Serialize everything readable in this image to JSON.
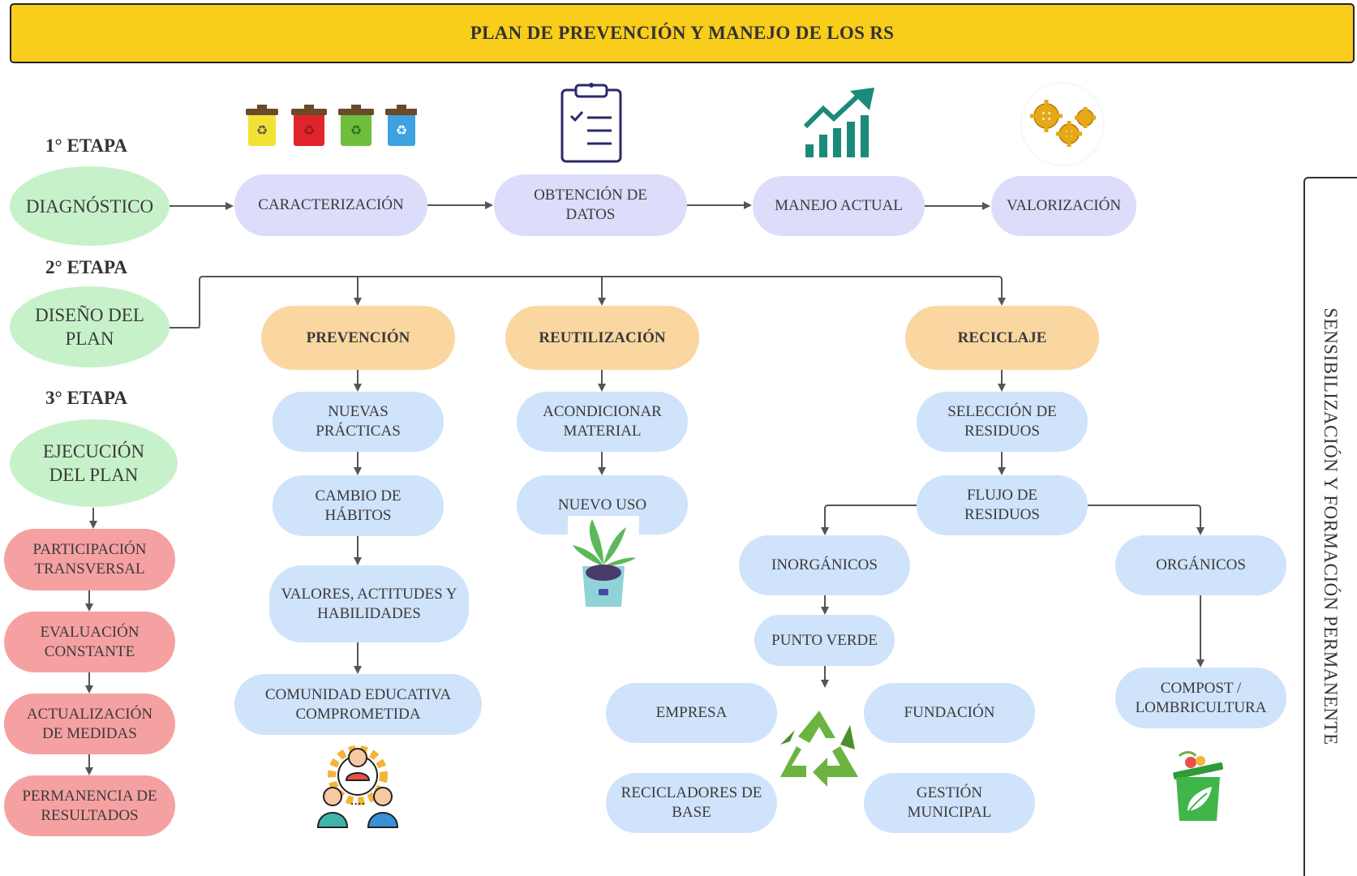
{
  "title": "PLAN DE PREVENCIÓN Y MANEJO DE LOS RS",
  "side_label": "SENSIBILIZACIÓN Y FORMACIÓN PERMANENTE",
  "stages": {
    "s1": "1° ETAPA",
    "s2": "2° ETAPA",
    "s3": "3° ETAPA"
  },
  "nodes": {
    "diagnostico": "DIAGNÓSTICO",
    "diseno": "DISEÑO DEL PLAN",
    "ejecucion": "EJECUCIÓN DEL PLAN",
    "caracterizacion": "CARACTERIZACIÓN",
    "obtencion": "OBTENCIÓN DE DATOS",
    "manejo": "MANEJO ACTUAL",
    "valorizacion": "VALORIZACIÓN",
    "prevencion": "PREVENCIÓN",
    "reutilizacion": "REUTILIZACIÓN",
    "reciclaje": "RECICLAJE",
    "nuevas_practicas": "NUEVAS PRÁCTICAS",
    "cambio_habitos": "CAMBIO DE HÁBITOS",
    "valores": "VALORES, ACTITUDES Y HABILIDADES",
    "comunidad": "COMUNIDAD EDUCATIVA COMPROMETIDA",
    "acondicionar": "ACONDICIONAR MATERIAL",
    "nuevo_uso": "NUEVO USO",
    "seleccion": "SELECCIÓN DE RESIDUOS",
    "flujo": "FLUJO DE RESIDUOS",
    "inorganicos": "INORGÁNICOS",
    "organicos": "ORGÁNICOS",
    "punto_verde": "PUNTO VERDE",
    "empresa": "EMPRESA",
    "fundacion": "FUNDACIÓN",
    "recicladores": "RECICLADORES DE BASE",
    "gestion": "GESTIÓN MUNICIPAL",
    "compost": "COMPOST / LOMBRICULTURA",
    "participacion": "PARTICIPACIÓN TRANSVERSAL",
    "evaluacion": "EVALUACIÓN CONSTANTE",
    "actualizacion": "ACTUALIZACIÓN DE MEDIDAS",
    "permanencia": "PERMANENCIA DE RESULTADOS"
  },
  "icons": [
    "recycling-bins-icon",
    "clipboard-checklist-icon",
    "growth-chart-icon",
    "gears-icon",
    "potted-plant-icon",
    "community-people-icon",
    "recycle-arrows-icon",
    "organic-bin-icon"
  ],
  "colors": {
    "title": "#f9cd1b",
    "stage": "#c7f2c9",
    "step1": "#dcdcfb",
    "category": "#fad7a0",
    "action": "#cfe3fb",
    "execution": "#f6a1a1",
    "connector": "#555555"
  }
}
